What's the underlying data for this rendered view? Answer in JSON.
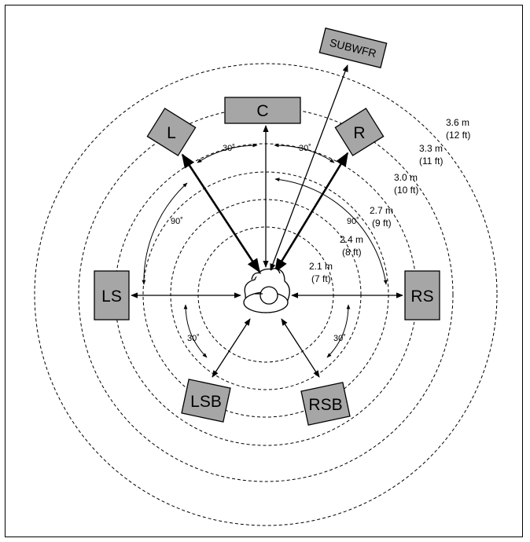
{
  "speakers": {
    "center": "C",
    "left": "L",
    "right": "R",
    "left_surround": "LS",
    "right_surround": "RS",
    "left_surround_back": "LSB",
    "right_surround_back": "RSB",
    "subwoofer": "SUBWFR"
  },
  "distances": [
    {
      "m": "2.1 m",
      "ft": "(7 ft)"
    },
    {
      "m": "2.4 m",
      "ft": "(8 ft)"
    },
    {
      "m": "2.7 m",
      "ft": "(9 ft)"
    },
    {
      "m": "3.0 m",
      "ft": "(10 ft)"
    },
    {
      "m": "3.3 m",
      "ft": "(11 ft)"
    },
    {
      "m": "3.6 m",
      "ft": "(12 ft)"
    }
  ],
  "angles": {
    "front_left": "30˚",
    "front_right": "30˚",
    "left_side": "90˚",
    "right_side": "90˚",
    "rear_left": "30˚",
    "rear_right": "30˚"
  }
}
